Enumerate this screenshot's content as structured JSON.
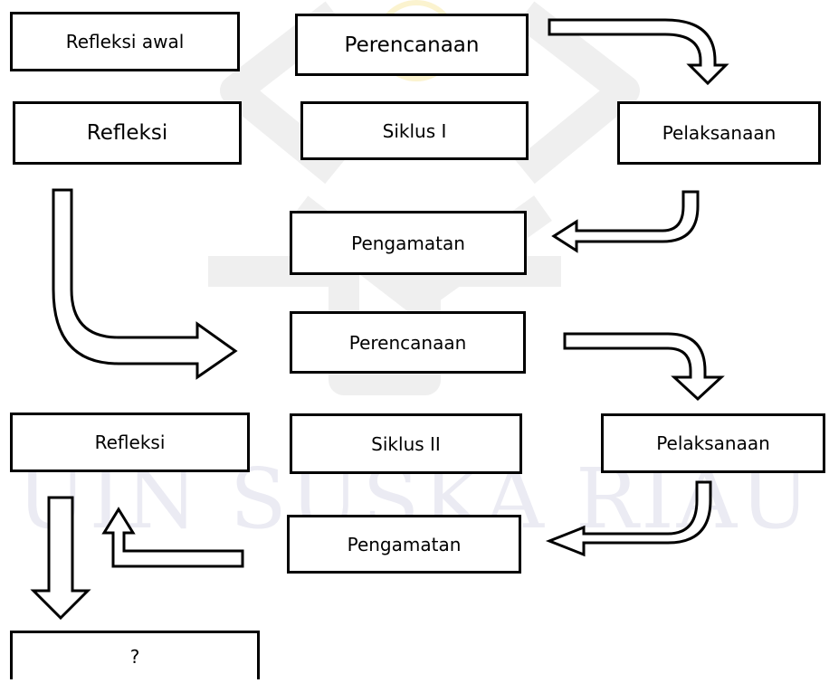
{
  "diagram": {
    "boxes": {
      "refleksi_awal": "Refleksi awal",
      "perencanaan_1": "Perencanaan",
      "refleksi_1": "Refleksi",
      "siklus_1": "Siklus I",
      "pelaksanaan_1": "Pelaksanaan",
      "pengamatan_1": "Pengamatan",
      "perencanaan_2": "Perencanaan",
      "refleksi_2": "Refleksi",
      "siklus_2": "Siklus II",
      "pelaksanaan_2": "Pelaksanaan",
      "pengamatan_2": "Pengamatan",
      "next": "?"
    },
    "watermark": "UIN SUSKA RIAU",
    "colors": {
      "box_border": "#000000",
      "arrow_fill": "#ffffff",
      "watermark": "#ebebf3"
    }
  }
}
